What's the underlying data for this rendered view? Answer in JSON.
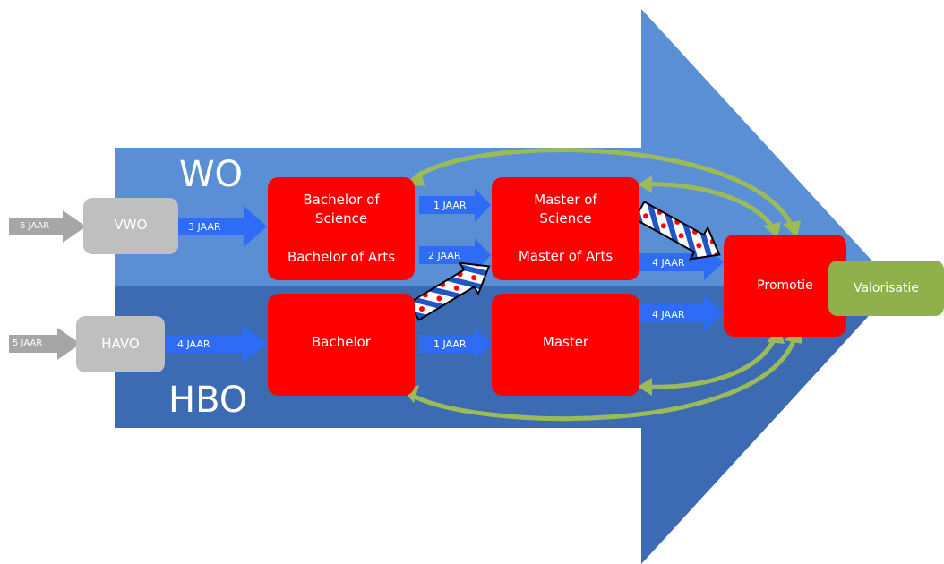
{
  "sectors": {
    "wo": "WO",
    "hbo": "HBO"
  },
  "entry": [
    {
      "age_label": "6 JAAR",
      "school": "VWO",
      "duration": "3 JAAR"
    },
    {
      "age_label": "5 JAAR",
      "school": "HAVO",
      "duration": "4 JAAR"
    }
  ],
  "boxes": {
    "wo_bachelor_line1": "Bachelor of",
    "wo_bachelor_line2": "Science",
    "wo_bachelor_line3": "Bachelor of Arts",
    "wo_master_line1": "Master of",
    "wo_master_line2": "Science",
    "wo_master_line3": "Master of Arts",
    "hbo_bachelor": "Bachelor",
    "hbo_master": "Master",
    "promotie": "Promotie",
    "valorisatie": "Valorisatie"
  },
  "transitions": {
    "wo_bachelor_to_master_1": "1 JAAR",
    "wo_bachelor_to_master_2": "2 JAAR",
    "hbo_bachelor_to_master": "1 JAAR",
    "wo_master_to_promotie": "4 JAAR",
    "hbo_master_to_promotie": "4 JAAR"
  },
  "colors": {
    "wo_band": "#5b8fd5",
    "hbo_band": "#3d6bb3",
    "arrow_light": "#5990da",
    "arrow_dark": "#3a67ac",
    "box_red": "#ff0000",
    "flow_arrow": "#2f6cf6",
    "feedback_green": "#9bbb59",
    "valorisatie": "#8fb04a",
    "gray": "#a6a6a6"
  }
}
